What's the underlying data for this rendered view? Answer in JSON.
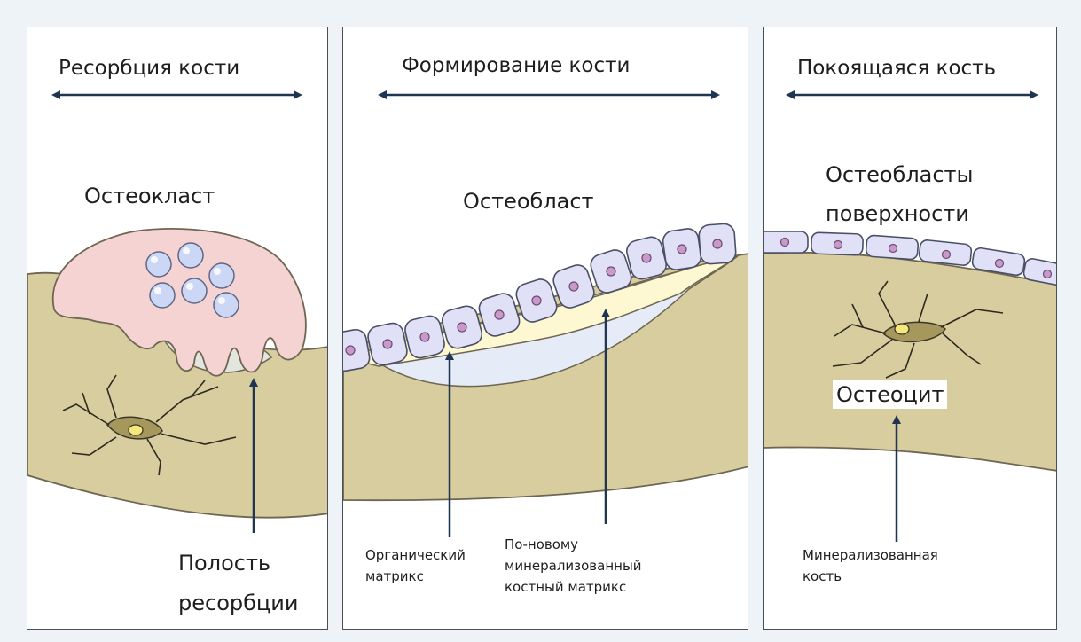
{
  "panels": [
    {
      "title": "Ресорбция кости",
      "cell_label": "Остеокласт",
      "arrow_label_line1": "Полость",
      "arrow_label_line2": "ресорбции"
    },
    {
      "title": "Формирование кости",
      "cell_label": "Остеобласт",
      "label_left_line1": "Органический",
      "label_left_line2": "матрикс",
      "label_right_line1": "По-новому",
      "label_right_line2": "минерализованный",
      "label_right_line3": "костный матрикс"
    },
    {
      "title": "Покоящаяся кость",
      "cell_label_line1": "Остеобласты",
      "cell_label_line2": "поверхности",
      "osteocyte_label": "Остеоцит",
      "bottom_label_line1": "Минерализованная",
      "bottom_label_line2": "кость"
    }
  ],
  "colors": {
    "bone": "#d8cd9f",
    "bone_stroke": "#6e6652",
    "osteoclast": "#f5d3d3",
    "nucleus": "#ccd6f5",
    "osteoblast": "#e0e1f6",
    "osteoblast_nucleus": "#c89ac9",
    "osteoid": "#fdf7d2",
    "new_matrix": "#e6ecf7",
    "arrow": "#1f3552"
  }
}
